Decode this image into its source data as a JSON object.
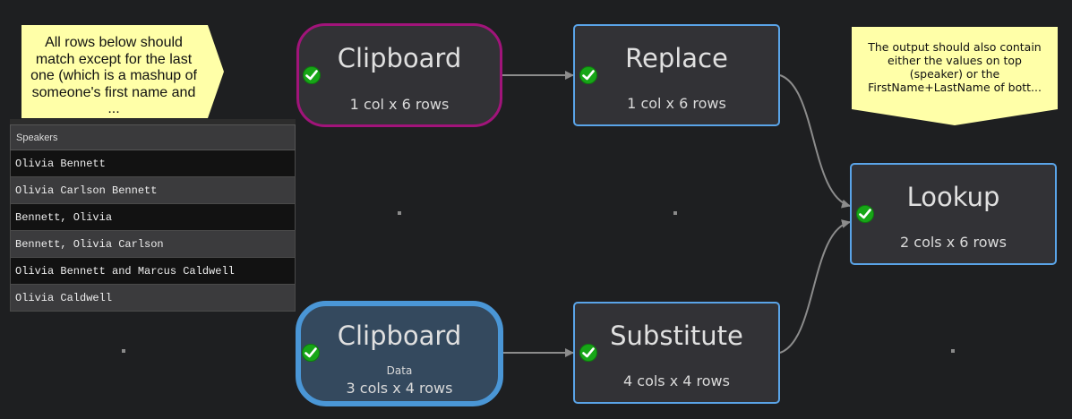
{
  "notes": {
    "left": "All rows below should match except for the last one (which is a mashup of someone's first name and ...",
    "right": "The output should also contain either the values on top (speaker) or the FirstName+LastName of bott..."
  },
  "grid": {
    "header": "Speakers",
    "rows": [
      "Olivia Bennett",
      "Olivia Carlson Bennett",
      "Bennett, Olivia",
      "Bennett, Olivia Carlson",
      "Olivia Bennett and Marcus Caldwell",
      "Olivia Caldwell"
    ]
  },
  "nodes": {
    "clipboard_top": {
      "title": "Clipboard",
      "subtitle": "1 col x 6 rows"
    },
    "replace": {
      "title": "Replace",
      "subtitle": "1 col x 6 rows"
    },
    "lookup": {
      "title": "Lookup",
      "subtitle": "2 cols x 6 rows"
    },
    "clipboard_bottom": {
      "title": "Clipboard",
      "tag": "Data",
      "subtitle": "3 cols x 4 rows"
    },
    "substitute": {
      "title": "Substitute",
      "subtitle": "4 cols x 4 rows"
    }
  },
  "status_icon": "green-checkmark-icon",
  "colors": {
    "background": "#1e1f21",
    "node_selected_border": "#a1147a",
    "node_border": "#5aa4e8",
    "node_active_fill": "#34495e",
    "note_fill": "#ffffa8",
    "status_ok": "#17a617",
    "connector": "#8c8c8c"
  }
}
